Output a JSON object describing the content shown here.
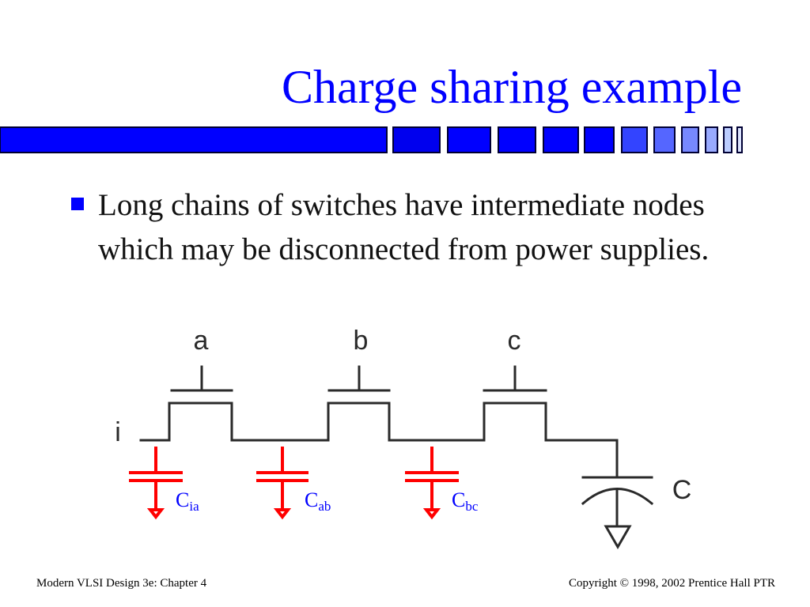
{
  "slide": {
    "title": "Charge sharing example",
    "bullet": "Long chains of switches have intermediate nodes which may be disconnected from power supplies."
  },
  "diagram": {
    "gate_labels": [
      "a",
      "b",
      "c"
    ],
    "input_label": "i",
    "load_label": "C",
    "capacitors": [
      {
        "base": "C",
        "sub": "ia"
      },
      {
        "base": "C",
        "sub": "ab"
      },
      {
        "base": "C",
        "sub": "bc"
      }
    ],
    "colors": {
      "wire": "#2a2a2a",
      "capacitor": "#ff0000",
      "accent": "#0000ff"
    }
  },
  "footer": {
    "left": "Modern VLSI Design 3e: Chapter 4",
    "right": "Copyright © 1998, 2002 Prentice Hall PTR"
  }
}
